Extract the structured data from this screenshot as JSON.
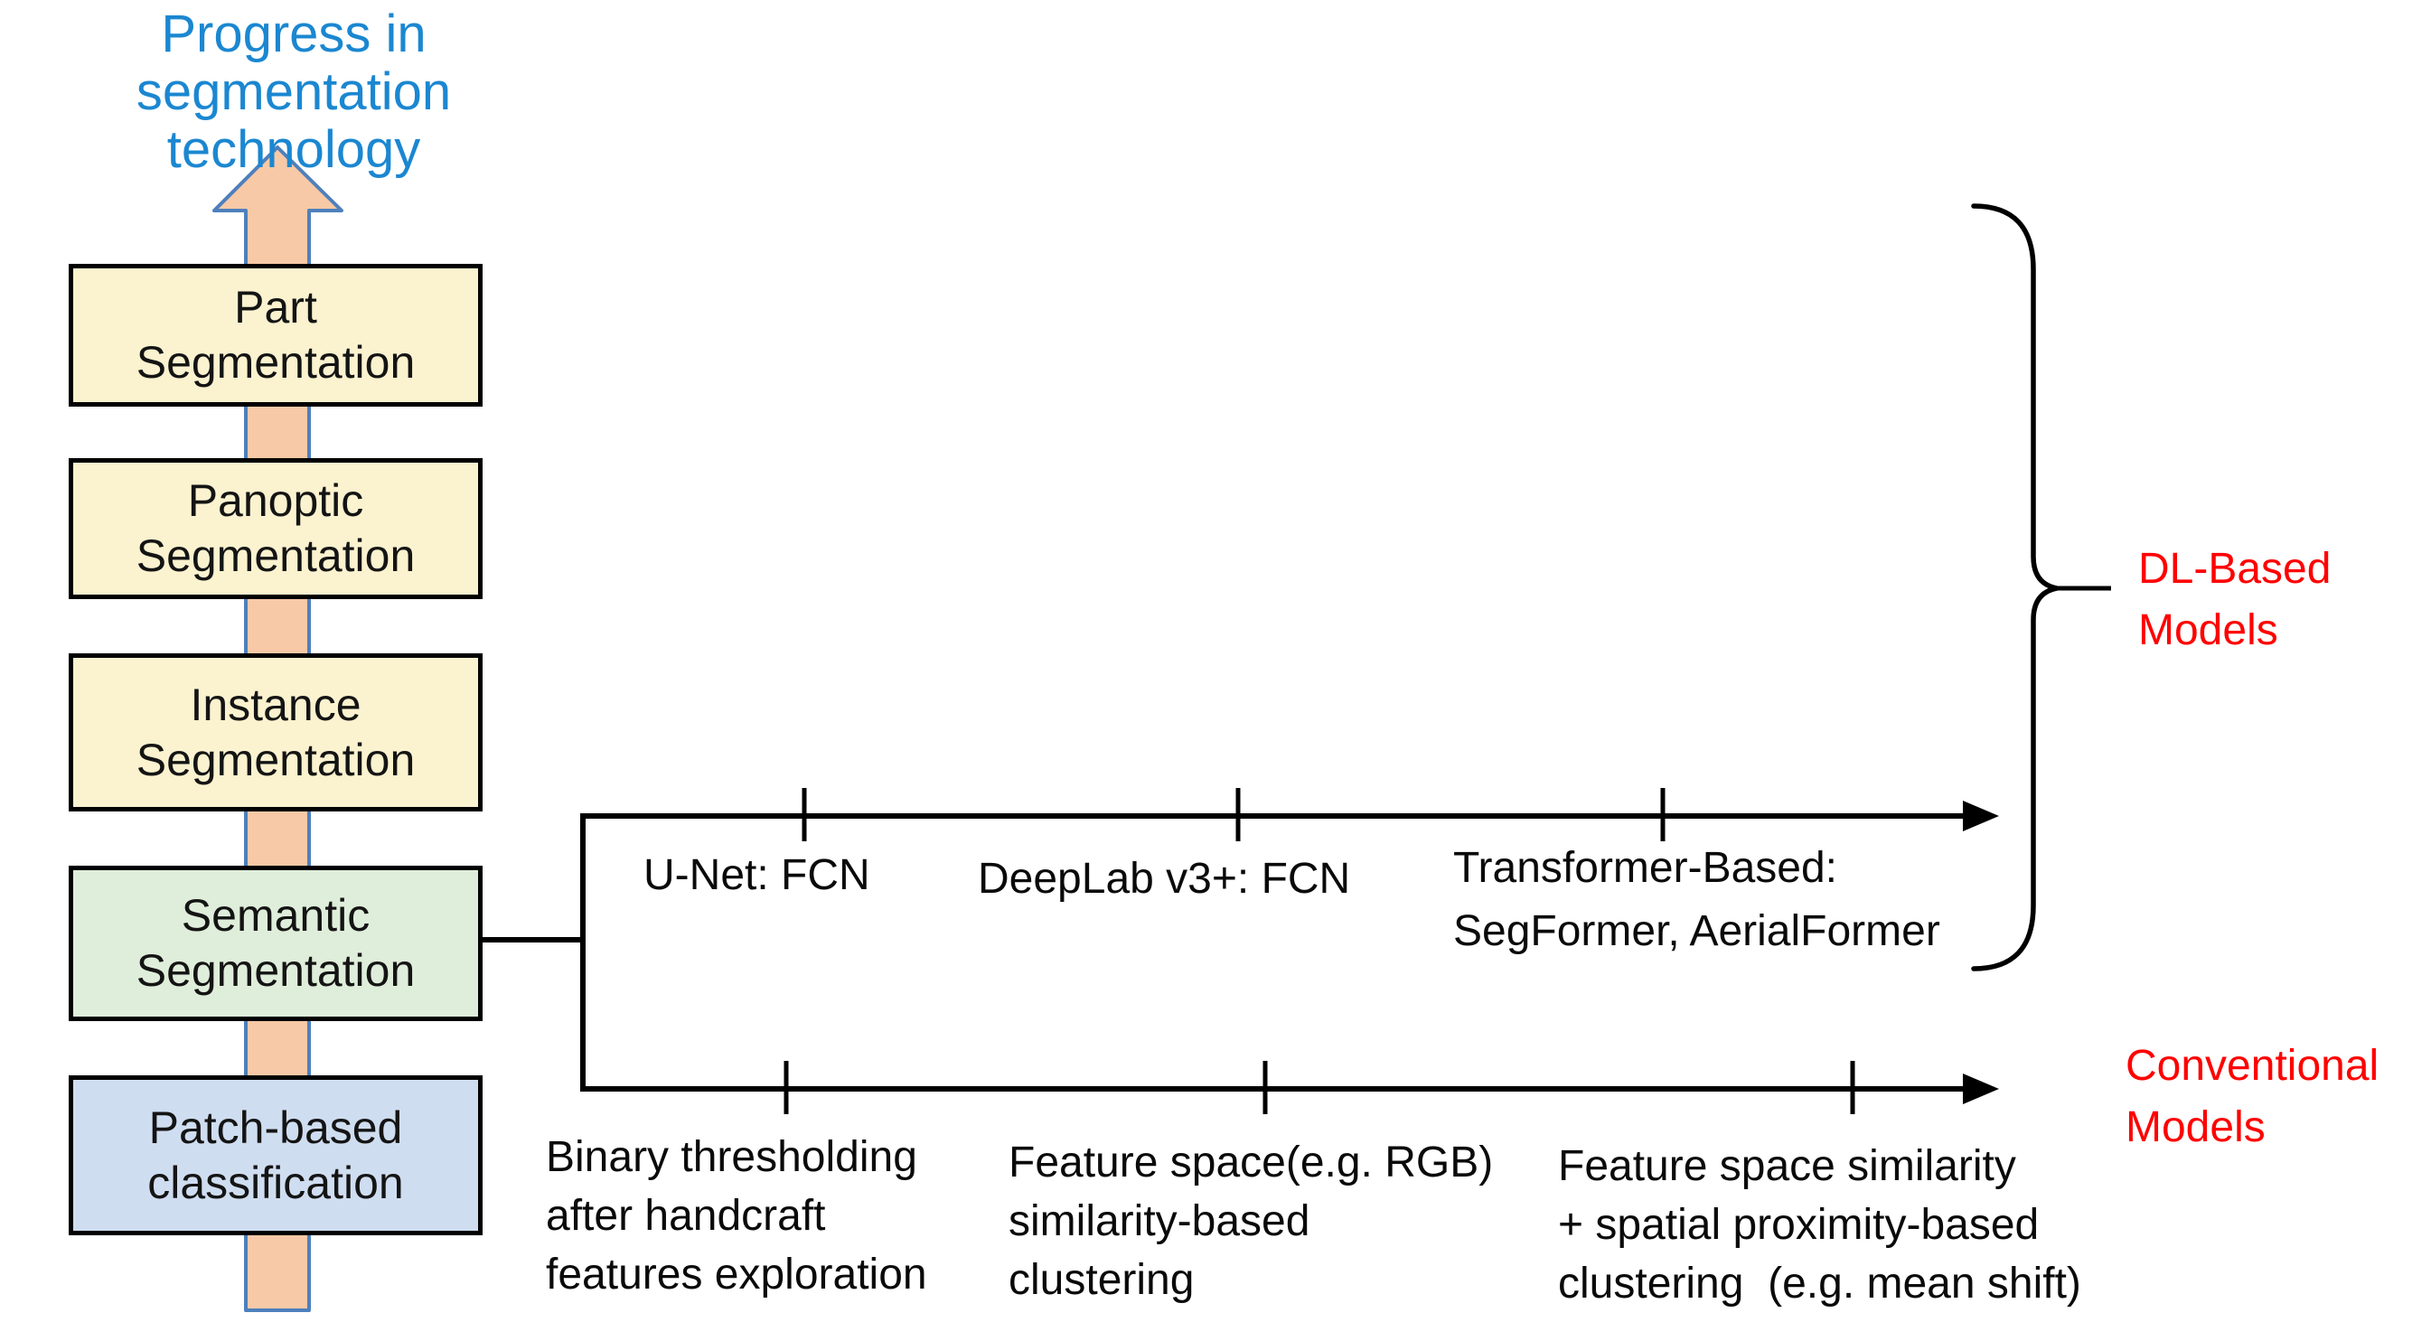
{
  "title": {
    "line1": "Progress in segmentation",
    "line2": "technology"
  },
  "progress_ladder": {
    "arrow": "upward block arrow",
    "boxes": [
      {
        "lines": [
          "Part",
          "Segmentation"
        ],
        "fill": "#FBF2CF"
      },
      {
        "lines": [
          "Panoptic",
          "Segmentation"
        ],
        "fill": "#FBF2CF"
      },
      {
        "lines": [
          "Instance",
          "Segmentation"
        ],
        "fill": "#FBF2CF"
      },
      {
        "lines": [
          "Semantic",
          "Segmentation"
        ],
        "fill": "#DFEEDA"
      },
      {
        "lines": [
          "Patch-based",
          "classification"
        ],
        "fill": "#CFDDF0"
      }
    ]
  },
  "dl_timeline": {
    "label": {
      "line1": "DL-Based",
      "line2": "Models"
    },
    "milestones": [
      {
        "lines": [
          "U-Net: FCN"
        ]
      },
      {
        "lines": [
          "DeepLab v3+: FCN"
        ]
      },
      {
        "lines": [
          "Transformer-Based:",
          "SegFormer, AerialFormer"
        ]
      }
    ]
  },
  "conventional_timeline": {
    "label": {
      "line1": "Conventional",
      "line2": "Models"
    },
    "milestones": [
      {
        "lines": [
          "Binary thresholding",
          "after handcraft",
          "features exploration"
        ]
      },
      {
        "lines": [
          "Feature space(e.g. RGB)",
          "similarity-based",
          "clustering"
        ]
      },
      {
        "lines": [
          "Feature space similarity",
          "+ spatial proximity-based",
          "clustering  (e.g. mean shift)"
        ]
      }
    ]
  },
  "colors": {
    "title_blue": "#1B87D1",
    "label_red": "#FF0000",
    "arrow_fill": "#F8C9A6",
    "arrow_stroke": "#4E80BC",
    "box_cream": "#FBF2CF",
    "box_green": "#DFEEDA",
    "box_blue": "#CFDDF0",
    "line_black": "#000000"
  }
}
